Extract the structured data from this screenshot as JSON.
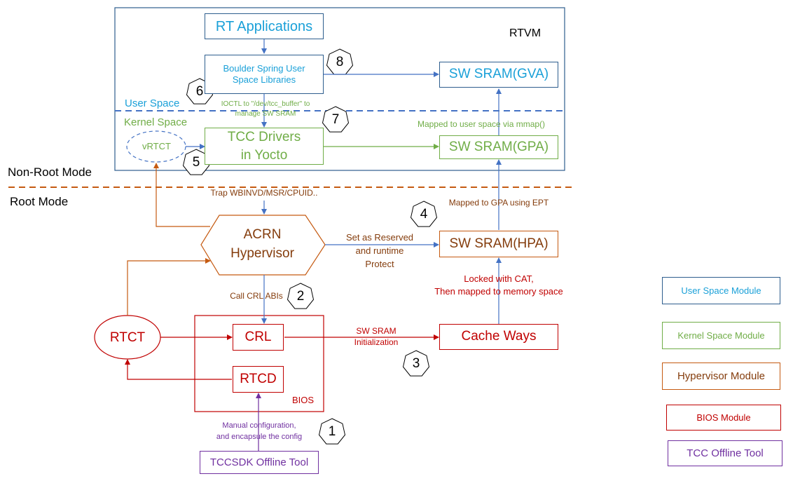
{
  "colors": {
    "user": "#1aa0d8",
    "user_border": "#2e5e8e",
    "kernel": "#70ad47",
    "hypervisor": "#c55a11",
    "hypervisor_text": "#843c0c",
    "bios": "#c00000",
    "tool": "#7030a0",
    "arrow_blue": "#4472c4",
    "divider": "#c55a11"
  },
  "regions": {
    "rtvm": "RTVM",
    "user_space": "User Space",
    "kernel_space": "Kernel Space",
    "non_root_mode": "Non-Root Mode",
    "root_mode": "Root Mode",
    "bios": "BIOS"
  },
  "nodes": {
    "rt_applications": "RT Applications",
    "boulder_spring": "Boulder Spring User\nSpace Libraries",
    "sw_sram_gva": "SW SRAM(GVA)",
    "tcc_drivers": "TCC Drivers\nin Yocto",
    "vrtct": "vRTCT",
    "sw_sram_gpa": "SW SRAM(GPA)",
    "acrn": "ACRN\nHypervisor",
    "sw_sram_hpa": "SW SRAM(HPA)",
    "rtct": "RTCT",
    "crl": "CRL",
    "rtcd": "RTCD",
    "cache_ways": "Cache Ways",
    "tccsdk": "TCCSDK Offline Tool"
  },
  "edge_labels": {
    "ioctl": "IOCTL to \"/dev/tcc_buffer\" to\nmanage SW SRAM",
    "mmap": "Mapped to user space via mmap()",
    "trap": "Trap WBINVD/MSR/CPUID..",
    "ept": "Mapped to GPA using EPT",
    "reserved": "Set as Reserved\nand runtime\nProtect",
    "locked": "Locked with CAT,\nThen mapped to memory space",
    "call_crl": "Call CRL ABIs",
    "sram_init": "SW SRAM\nInitialization",
    "manual_config": "Manual configuration,\nand  encapsule the config"
  },
  "steps": [
    "1",
    "2",
    "3",
    "4",
    "5",
    "6",
    "7",
    "8"
  ],
  "legend": {
    "user": "User Space Module",
    "kernel": "Kernel Space Module",
    "hypervisor": "Hypervisor Module",
    "bios": "BIOS Module",
    "tool": "TCC Offline Tool"
  }
}
